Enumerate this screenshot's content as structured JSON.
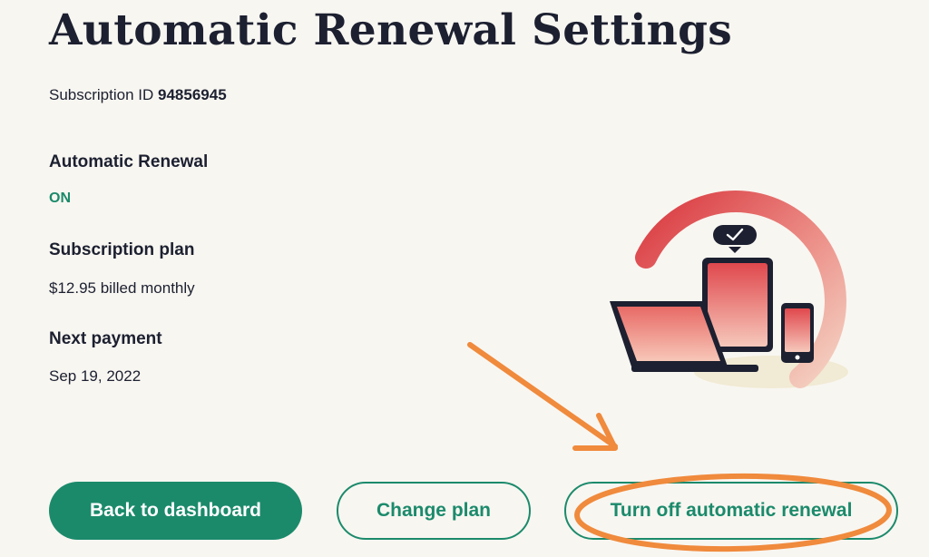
{
  "page": {
    "title": "Automatic Renewal Settings",
    "subscription_id_label": "Subscription ID",
    "subscription_id_value": "94856945"
  },
  "details": {
    "renewal_label": "Automatic Renewal",
    "renewal_status": "ON",
    "plan_label": "Subscription plan",
    "plan_value": "$12.95 billed monthly",
    "next_payment_label": "Next payment",
    "next_payment_value": "Sep 19, 2022"
  },
  "actions": {
    "back_label": "Back to dashboard",
    "change_plan_label": "Change plan",
    "turn_off_label": "Turn off automatic renewal"
  },
  "illustration": {
    "icons": [
      "devices-illustration",
      "checkmark-bubble-icon",
      "laptop-icon",
      "tablet-icon",
      "phone-icon"
    ]
  },
  "colors": {
    "accent": "#1b8a6b",
    "status_on": "#1a8a6a",
    "annotation": "#f08a3c",
    "background": "#f8f6f1"
  }
}
